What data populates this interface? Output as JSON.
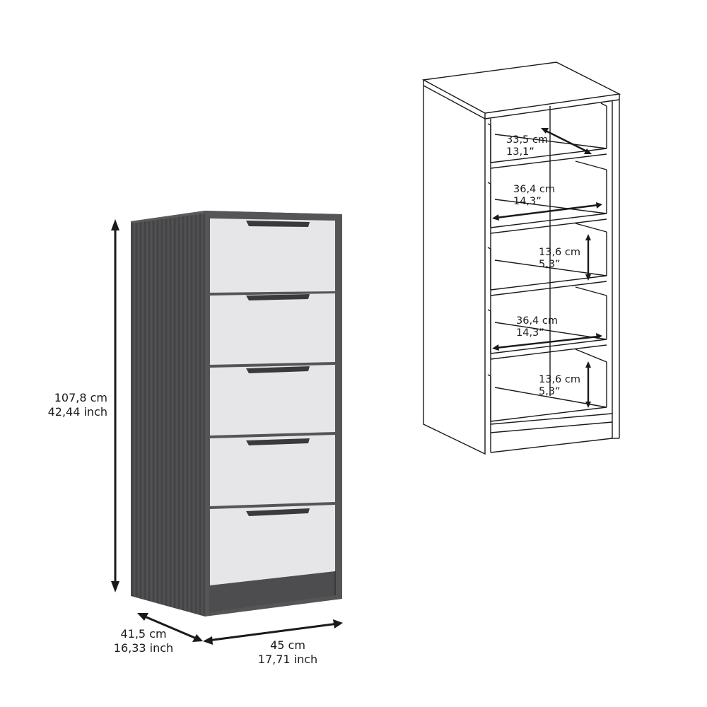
{
  "diagram": {
    "type": "product-dimensions",
    "subject": "5-drawer chest (dresser)",
    "colors": {
      "body_dark": "#4a4a4c",
      "body_edge": "#5c5c5e",
      "drawer_front": "#e6e6e8",
      "handle": "#3a3a3c",
      "line": "#1a1a1a",
      "background": "#ffffff"
    }
  },
  "exterior": {
    "height": {
      "cm": "107,8 cm",
      "inch": "42,44 inch"
    },
    "depth": {
      "cm": "41,5 cm",
      "inch": "16,33 inch"
    },
    "width": {
      "cm": "45 cm",
      "inch": "17,71 inch"
    },
    "drawer_count": 5
  },
  "interior": {
    "drawers": [
      {
        "index": 1,
        "measure": "depth",
        "cm": "33,5 cm",
        "inch": "13,1”"
      },
      {
        "index": 2,
        "measure": "width",
        "cm": "36,4 cm",
        "inch": "14,3”"
      },
      {
        "index": 3,
        "measure": "height",
        "cm": "13,6 cm",
        "inch": "5,3”"
      },
      {
        "index": 4,
        "measure": "width",
        "cm": "36,4 cm",
        "inch": "14,3”"
      },
      {
        "index": 5,
        "measure": "height",
        "cm": "13,6 cm",
        "inch": "5,3”"
      }
    ]
  }
}
